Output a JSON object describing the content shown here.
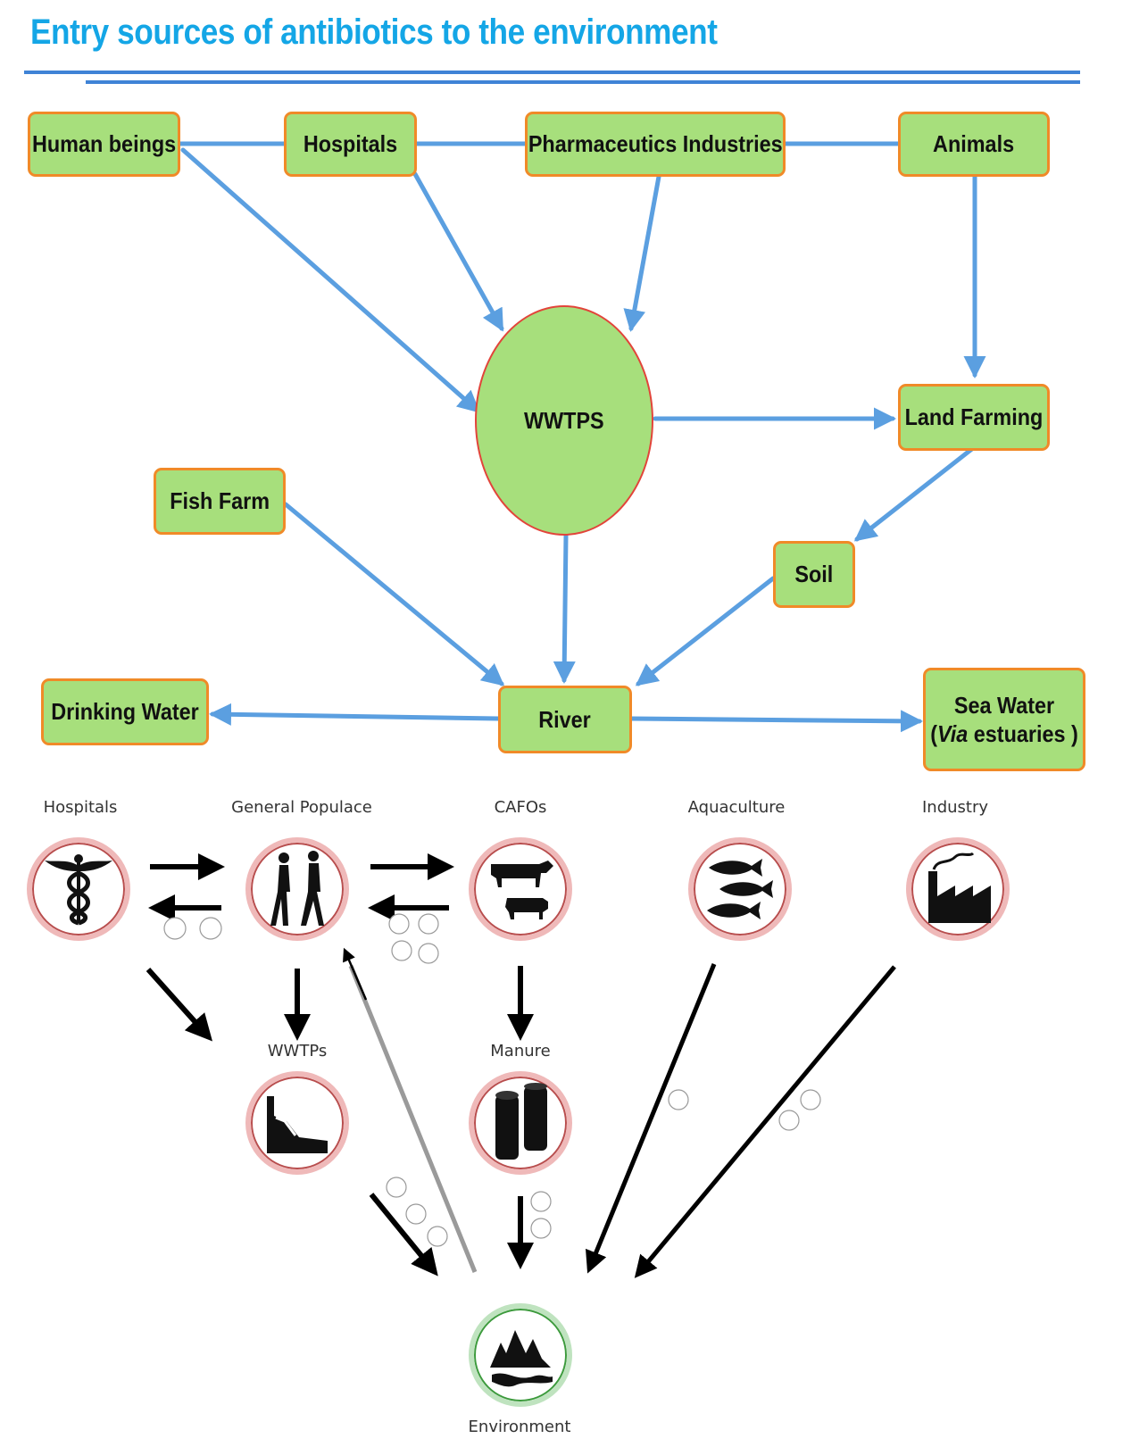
{
  "title": "Entry sources of antibiotics to the environment",
  "colors": {
    "title": "#14a6e6",
    "node_fill": "#a7df7c",
    "node_border": "#f08a28",
    "arrow": "#5b9fe0",
    "rule": "#3f83d6"
  },
  "top_diagram": {
    "nodes": {
      "human_beings": "Human beings",
      "hospitals": "Hospitals",
      "pharma": "Pharmaceutics Industries",
      "animals": "Animals",
      "wwtps": "WWTPS",
      "land_farming": "Land Farming",
      "fish_farm": "Fish Farm",
      "soil": "Soil",
      "river": "River",
      "drinking_water": "Drinking Water",
      "sea_water_line1": "Sea Water",
      "sea_water_via": "Via",
      "sea_water_rest": " estuaries )"
    },
    "edges": [
      [
        "Human beings",
        "WWTPS"
      ],
      [
        "Hospitals",
        "WWTPS"
      ],
      [
        "Pharmaceutics Industries",
        "WWTPS"
      ],
      [
        "Animals",
        "Land Farming"
      ],
      [
        "WWTPS",
        "Land Farming"
      ],
      [
        "Land Farming",
        "Soil"
      ],
      [
        "Soil",
        "River"
      ],
      [
        "Fish Farm",
        "River"
      ],
      [
        "WWTPS",
        "River"
      ],
      [
        "River",
        "Drinking Water"
      ],
      [
        "River",
        "Sea Water"
      ]
    ]
  },
  "bottom_diagram": {
    "labels": {
      "hospitals": "Hospitals",
      "general_populace": "General Populace",
      "cafos": "CAFOs",
      "aquaculture": "Aquaculture",
      "industry": "Industry",
      "wwtps": "WWTPs",
      "manure": "Manure",
      "environment": "Environment"
    },
    "icons": {
      "hospitals": "caduceus-icon",
      "general_populace": "walking-people-icon",
      "cafos": "livestock-icon",
      "aquaculture": "fish-icon",
      "industry": "factory-icon",
      "wwtps": "treatment-plant-icon",
      "manure": "manure-silo-icon",
      "environment": "forest-river-icon"
    }
  }
}
